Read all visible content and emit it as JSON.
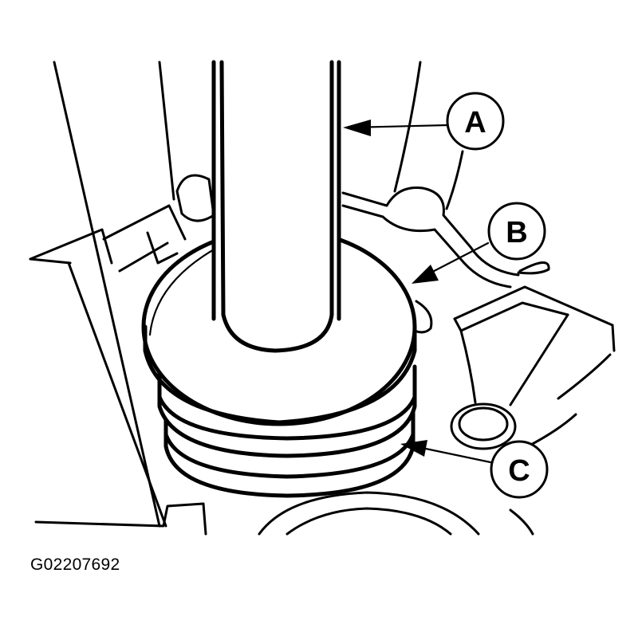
{
  "figure": {
    "code": "G02207692",
    "callouts": {
      "a": "A",
      "b": "B",
      "c": "C"
    }
  }
}
